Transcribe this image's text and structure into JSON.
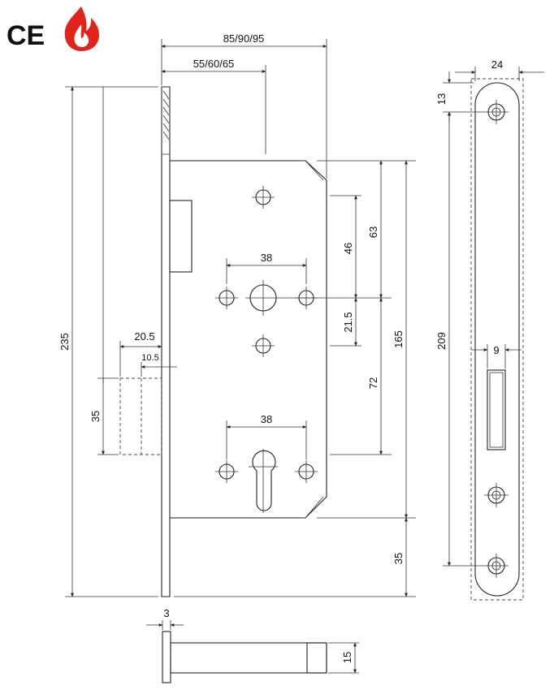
{
  "badges": {
    "ce_mark": "CE",
    "fire_rated_icon": "flame-icon",
    "fire_color": "#e2231a"
  },
  "dimensions": {
    "backset_options": "85/90/95",
    "backset_inner": "55/60/65",
    "faceplate_width": "24",
    "faceplate_top_margin": "13",
    "faceplate_height": "209",
    "strike_slot_width": "9",
    "total_height": "235",
    "case_height": "165",
    "case_to_bottom": "35",
    "spindle_to_top_46": "46",
    "spindle_to_top_63": "63",
    "spindle_to_follower": "21.5",
    "spindle_to_cylinder": "72",
    "spindle_hole_spacing": "38",
    "cylinder_hole_spacing": "38",
    "latch_projection": "20.5",
    "latch_inner": "10.5",
    "latch_height": "35",
    "faceplate_thickness": "3",
    "bolt_height": "15"
  }
}
